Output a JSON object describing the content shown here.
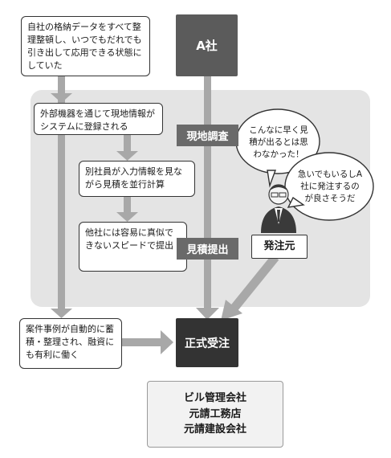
{
  "boxes": {
    "data_organized": "自社の格納データをすべて整理整頓し、いつでもだれでも引き出して応用できる状態にしていた",
    "registered": "外部機器を通じて現地情報がシステムに登録される",
    "parallel_calc": "別社員が入力情報を見ながら見積を並行計算",
    "speed": "他社には容易に真似できないスピードで提出",
    "case_cases": "案件事例が自動的に蓄積・整理され、融資にも有利に働く"
  },
  "company_a": "A社",
  "labels": {
    "survey": "現地調査",
    "estimate": "見積提出"
  },
  "client": {
    "label": "発注元",
    "bubble1": "こんなに早く見積が出るとは思わなかった！",
    "bubble2": "急いでもいるしA社に発注するのが良さそうだ"
  },
  "result": "正式受注",
  "footer": {
    "line1": "ビル管理会社",
    "line2": "元請工務店",
    "line3": "元請建設会社"
  }
}
